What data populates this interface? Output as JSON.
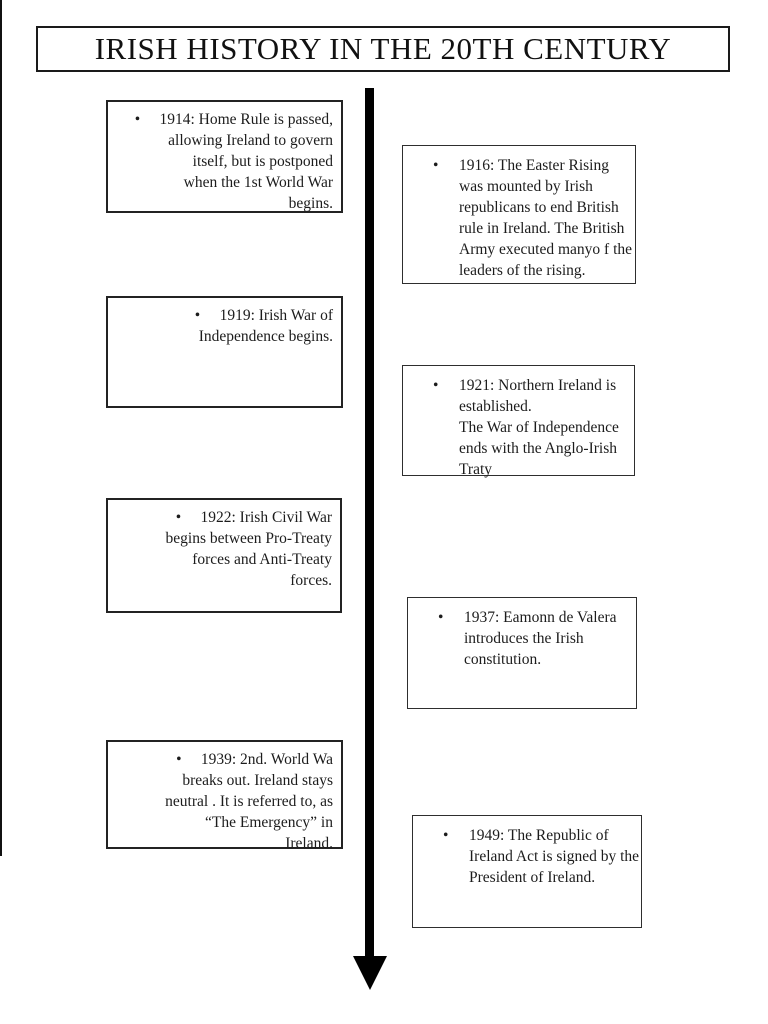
{
  "title": {
    "text": "IRISH HISTORY IN THE 20TH CENTURY"
  },
  "glyphs": {
    "bullet": "•"
  },
  "colors": {
    "ink": "#1c1c1c",
    "arrow": "#000000",
    "background": "#ffffff"
  },
  "events": [
    {
      "year": "1914",
      "side": "left",
      "lines": [
        "•     1914: Home Rule is passed,",
        "allowing Ireland to govern",
        "itself, but is postponed",
        "when the 1st World War",
        "begins."
      ]
    },
    {
      "year": "1916",
      "side": "right",
      "lines": [
        "1916: The Easter Rising",
        "was mounted by Irish",
        "republicans to end British",
        "rule in Ireland. The British",
        "Army executed manyo f the",
        "leaders of the rising."
      ]
    },
    {
      "year": "1919",
      "side": "left",
      "lines": [
        "•     1919: Irish War of",
        "Independence begins."
      ]
    },
    {
      "year": "1921",
      "side": "right",
      "lines": [
        "1921: Northern Ireland is",
        "established.",
        "The War of Independence",
        "ends with the Anglo-Irish",
        "Traty"
      ]
    },
    {
      "year": "1922",
      "side": "left",
      "lines": [
        "•     1922: Irish Civil War",
        "begins between Pro-Treaty",
        "forces and Anti-Treaty",
        "forces."
      ]
    },
    {
      "year": "1937",
      "side": "right",
      "lines": [
        "1937: Eamonn de Valera",
        "introduces the Irish",
        "constitution."
      ]
    },
    {
      "year": "1939",
      "side": "left",
      "lines": [
        "•     1939: 2nd. World Wa",
        "breaks out. Ireland stays",
        "neutral . It is referred to, as",
        "“The Emergency” in",
        "Ireland."
      ]
    },
    {
      "year": "1949",
      "side": "right",
      "lines": [
        "1949: The Republic of",
        "Ireland Act is signed by the",
        "President of Ireland."
      ]
    }
  ]
}
